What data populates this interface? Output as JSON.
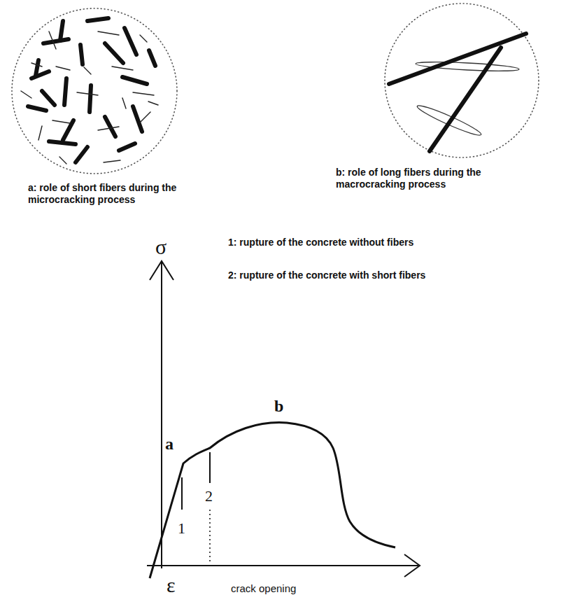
{
  "diagram": {
    "labels": [
      "a: role of short fibers during the microcracking process",
      "b: role of long fibers during the macrocracking process",
      "1: rupture of the concrete without fibers",
      "2: rupture of the concrete with short fibers",
      "σ",
      "ε",
      "crack opening",
      "a",
      "b",
      "1",
      "2"
    ]
  }
}
